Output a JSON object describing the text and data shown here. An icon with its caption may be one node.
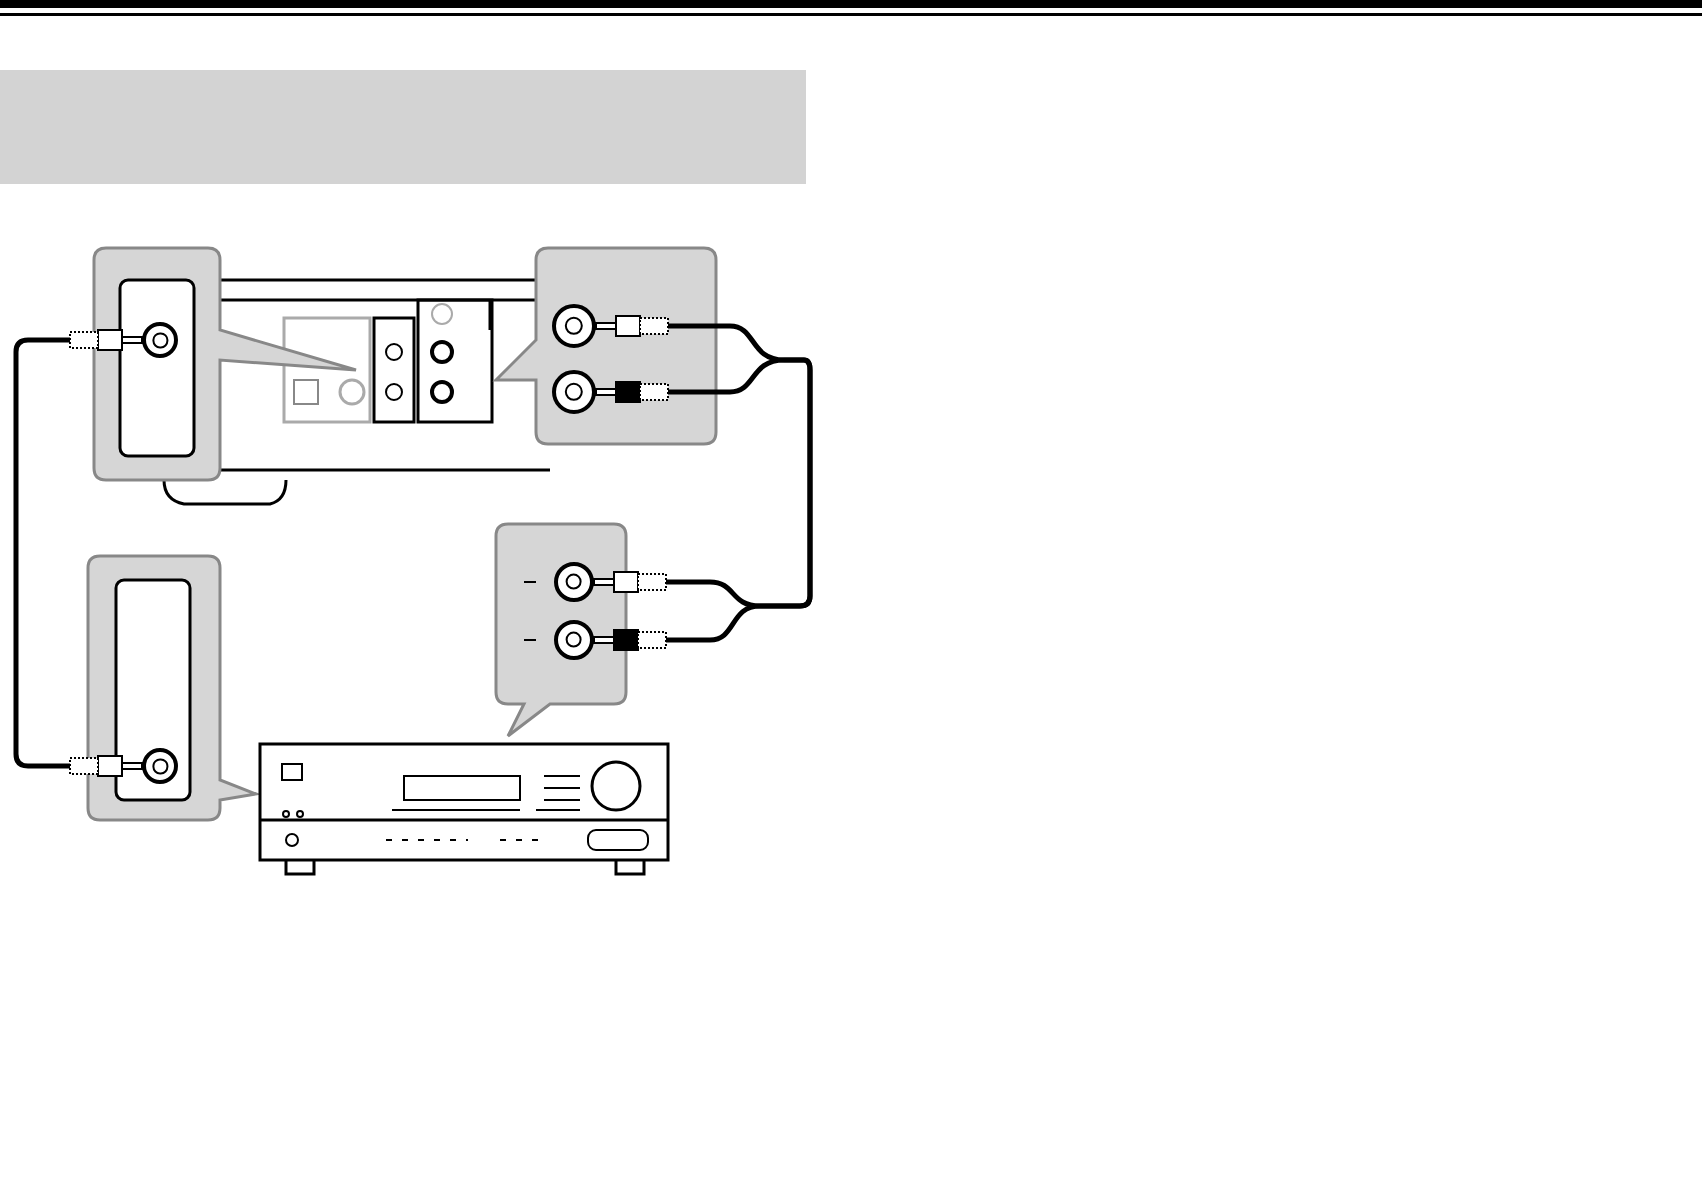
{
  "diagram": {
    "nodes": [
      {
        "text": [],
        "shape": "box"
      },
      {
        "text": [],
        "shape": "circle"
      },
      {
        "text": [],
        "shape": "circle"
      },
      {
        "text": [],
        "shape": "circle"
      },
      {
        "text": [],
        "shape": "circle"
      },
      {
        "text": [],
        "shape": "circle"
      },
      {
        "text": [],
        "shape": "circle"
      }
    ],
    "edges": [
      {
        "from": 1,
        "to": 6,
        "arrow": "other"
      },
      {
        "from": 2,
        "to": 4,
        "arrow": "other"
      },
      {
        "from": 3,
        "to": 5,
        "arrow": "other"
      }
    ]
  }
}
